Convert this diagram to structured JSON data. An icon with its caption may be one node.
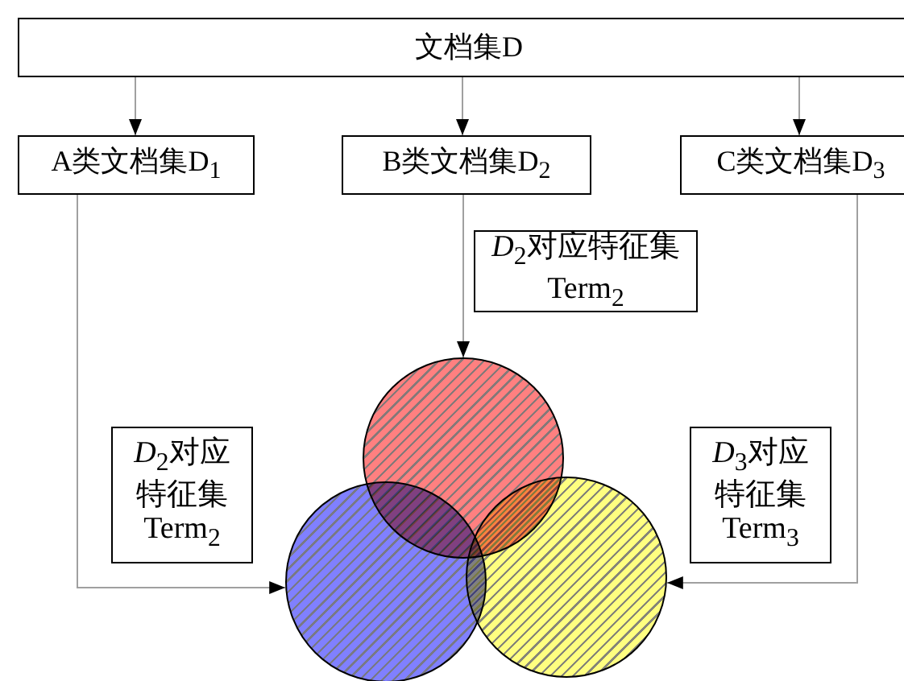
{
  "diagram": {
    "nodes": [
      {
        "text": [
          "文档集D"
        ]
      },
      {
        "text": [
          "A类文档集D$_{1}$"
        ]
      },
      {
        "text": [
          "B类文档集D$_{2}$"
        ]
      },
      {
        "text": [
          "C类文档集D$_{3}$"
        ]
      },
      {
        "text": [
          "*D*$_{2}$对应特征集 Term$_{2}$"
        ]
      },
      {
        "text": [
          "*D*$_{2}$对应特征集 Term$_{2}$"
        ]
      },
      {
        "text": [
          "*D*$_{3}$对应特征集 Term$_{3}$"
        ]
      },
      {
        "text": [],
        "shape": "circle"
      },
      {
        "text": [],
        "shape": "circle"
      },
      {
        "text": [],
        "shape": "circle"
      }
    ],
    "edges": [
      {
        "from": 0,
        "to": 1,
        "arrow": "to"
      },
      {
        "from": 0,
        "to": 2,
        "arrow": "to"
      },
      {
        "from": 0,
        "to": 3,
        "arrow": "to"
      },
      {
        "from": 2,
        "to": 7,
        "arrow": "to"
      },
      {
        "from": 1,
        "to": 8,
        "arrow": "to"
      },
      {
        "from": 3,
        "to": 9,
        "arrow": "to"
      }
    ]
  }
}
